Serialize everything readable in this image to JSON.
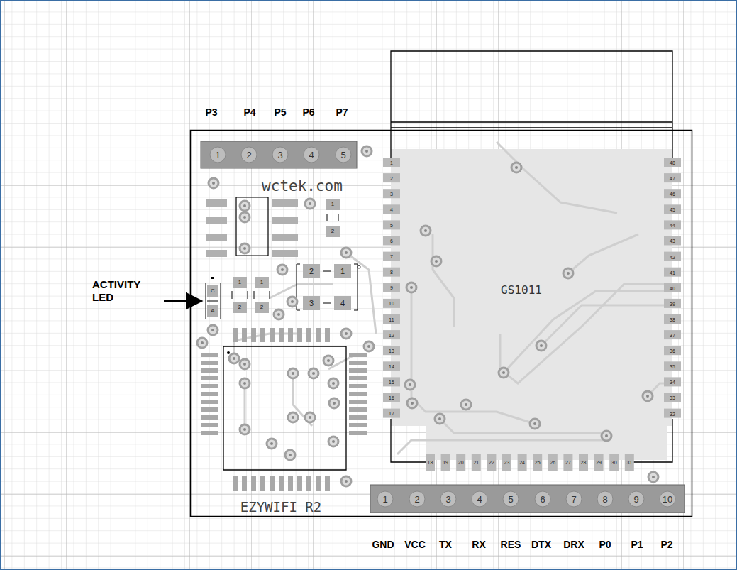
{
  "diagram": {
    "labels": [
      "P3",
      "P4",
      "P5",
      "P6",
      "P7",
      "1",
      "2",
      "3",
      "4",
      "5",
      "wctek.com",
      "1",
      "2",
      "ACTIVITY LED",
      "C",
      "A",
      "1",
      "1",
      "2",
      "2",
      "2",
      "1",
      "3",
      "4",
      "GS1011",
      "1",
      "2",
      "3",
      "4",
      "5",
      "6",
      "7",
      "8",
      "9",
      "10",
      "11",
      "12",
      "13",
      "14",
      "15",
      "16",
      "17",
      "18",
      "19",
      "20",
      "21",
      "22",
      "23",
      "24",
      "25",
      "26",
      "27",
      "28",
      "29",
      "30",
      "31",
      "32",
      "33",
      "34",
      "35",
      "36",
      "37",
      "38",
      "39",
      "40",
      "41",
      "42",
      "43",
      "44",
      "45",
      "46",
      "47",
      "48",
      "EZYWIFI R2",
      "1",
      "2",
      "3",
      "4",
      "5",
      "6",
      "7",
      "8",
      "9",
      "10",
      "GND",
      "VCC",
      "TX",
      "RX",
      "RES",
      "DTX",
      "DRX",
      "P0",
      "P1",
      "P2"
    ]
  }
}
